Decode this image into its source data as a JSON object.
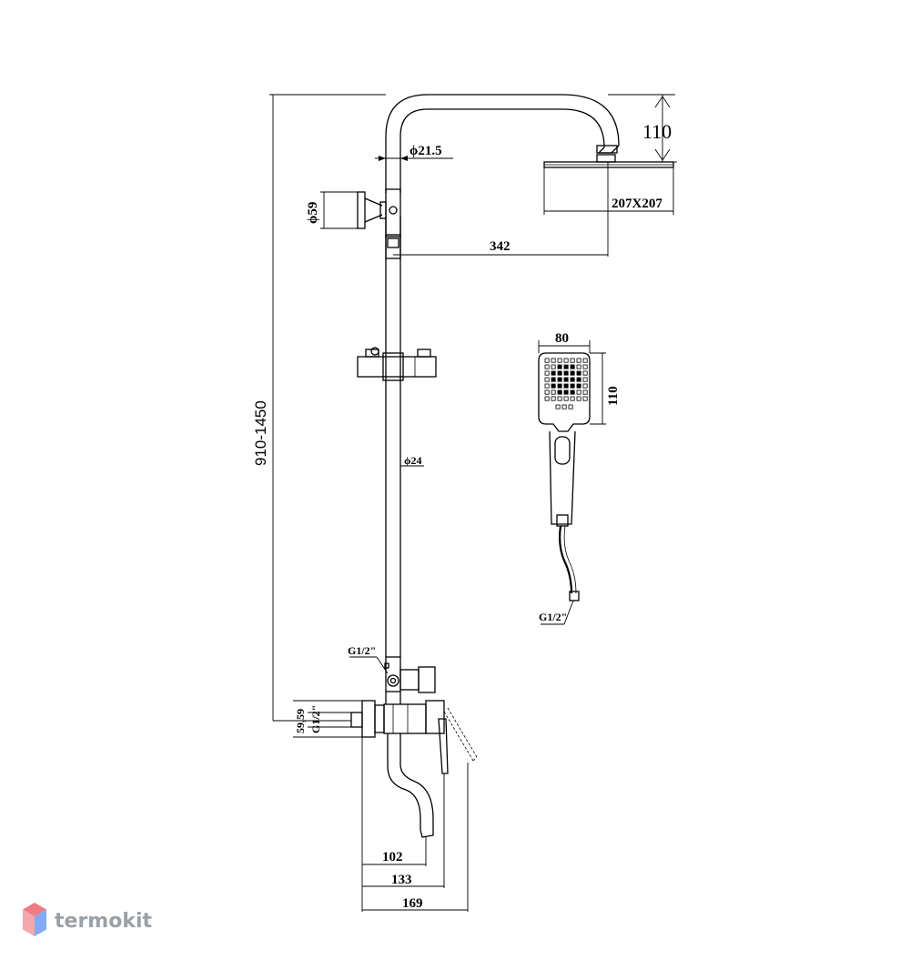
{
  "dimensions": {
    "pipe_diameter_top": "ϕ21.5",
    "wall_bracket_diameter": "ϕ59",
    "shower_head_height": "110",
    "shower_head_size": "207X207",
    "arm_reach": "342",
    "hand_shower_width": "80",
    "hand_shower_height": "110",
    "rail_height_range": "910-1450",
    "rail_diameter": "ϕ24",
    "inlet_thread_top": "G1/2\"",
    "hose_thread": "G1/2\"",
    "mixer_flange": "59,59",
    "mixer_thread": "G1/2\"",
    "spout_depth_102": "102",
    "spout_depth_133": "133",
    "spout_depth_169": "169"
  },
  "brand": {
    "name": "termokit"
  },
  "colors": {
    "line": "#000000",
    "brand_text": "#9aa0a6",
    "brand_logo_red": "#e8505b",
    "brand_logo_blue": "#5b8def"
  }
}
